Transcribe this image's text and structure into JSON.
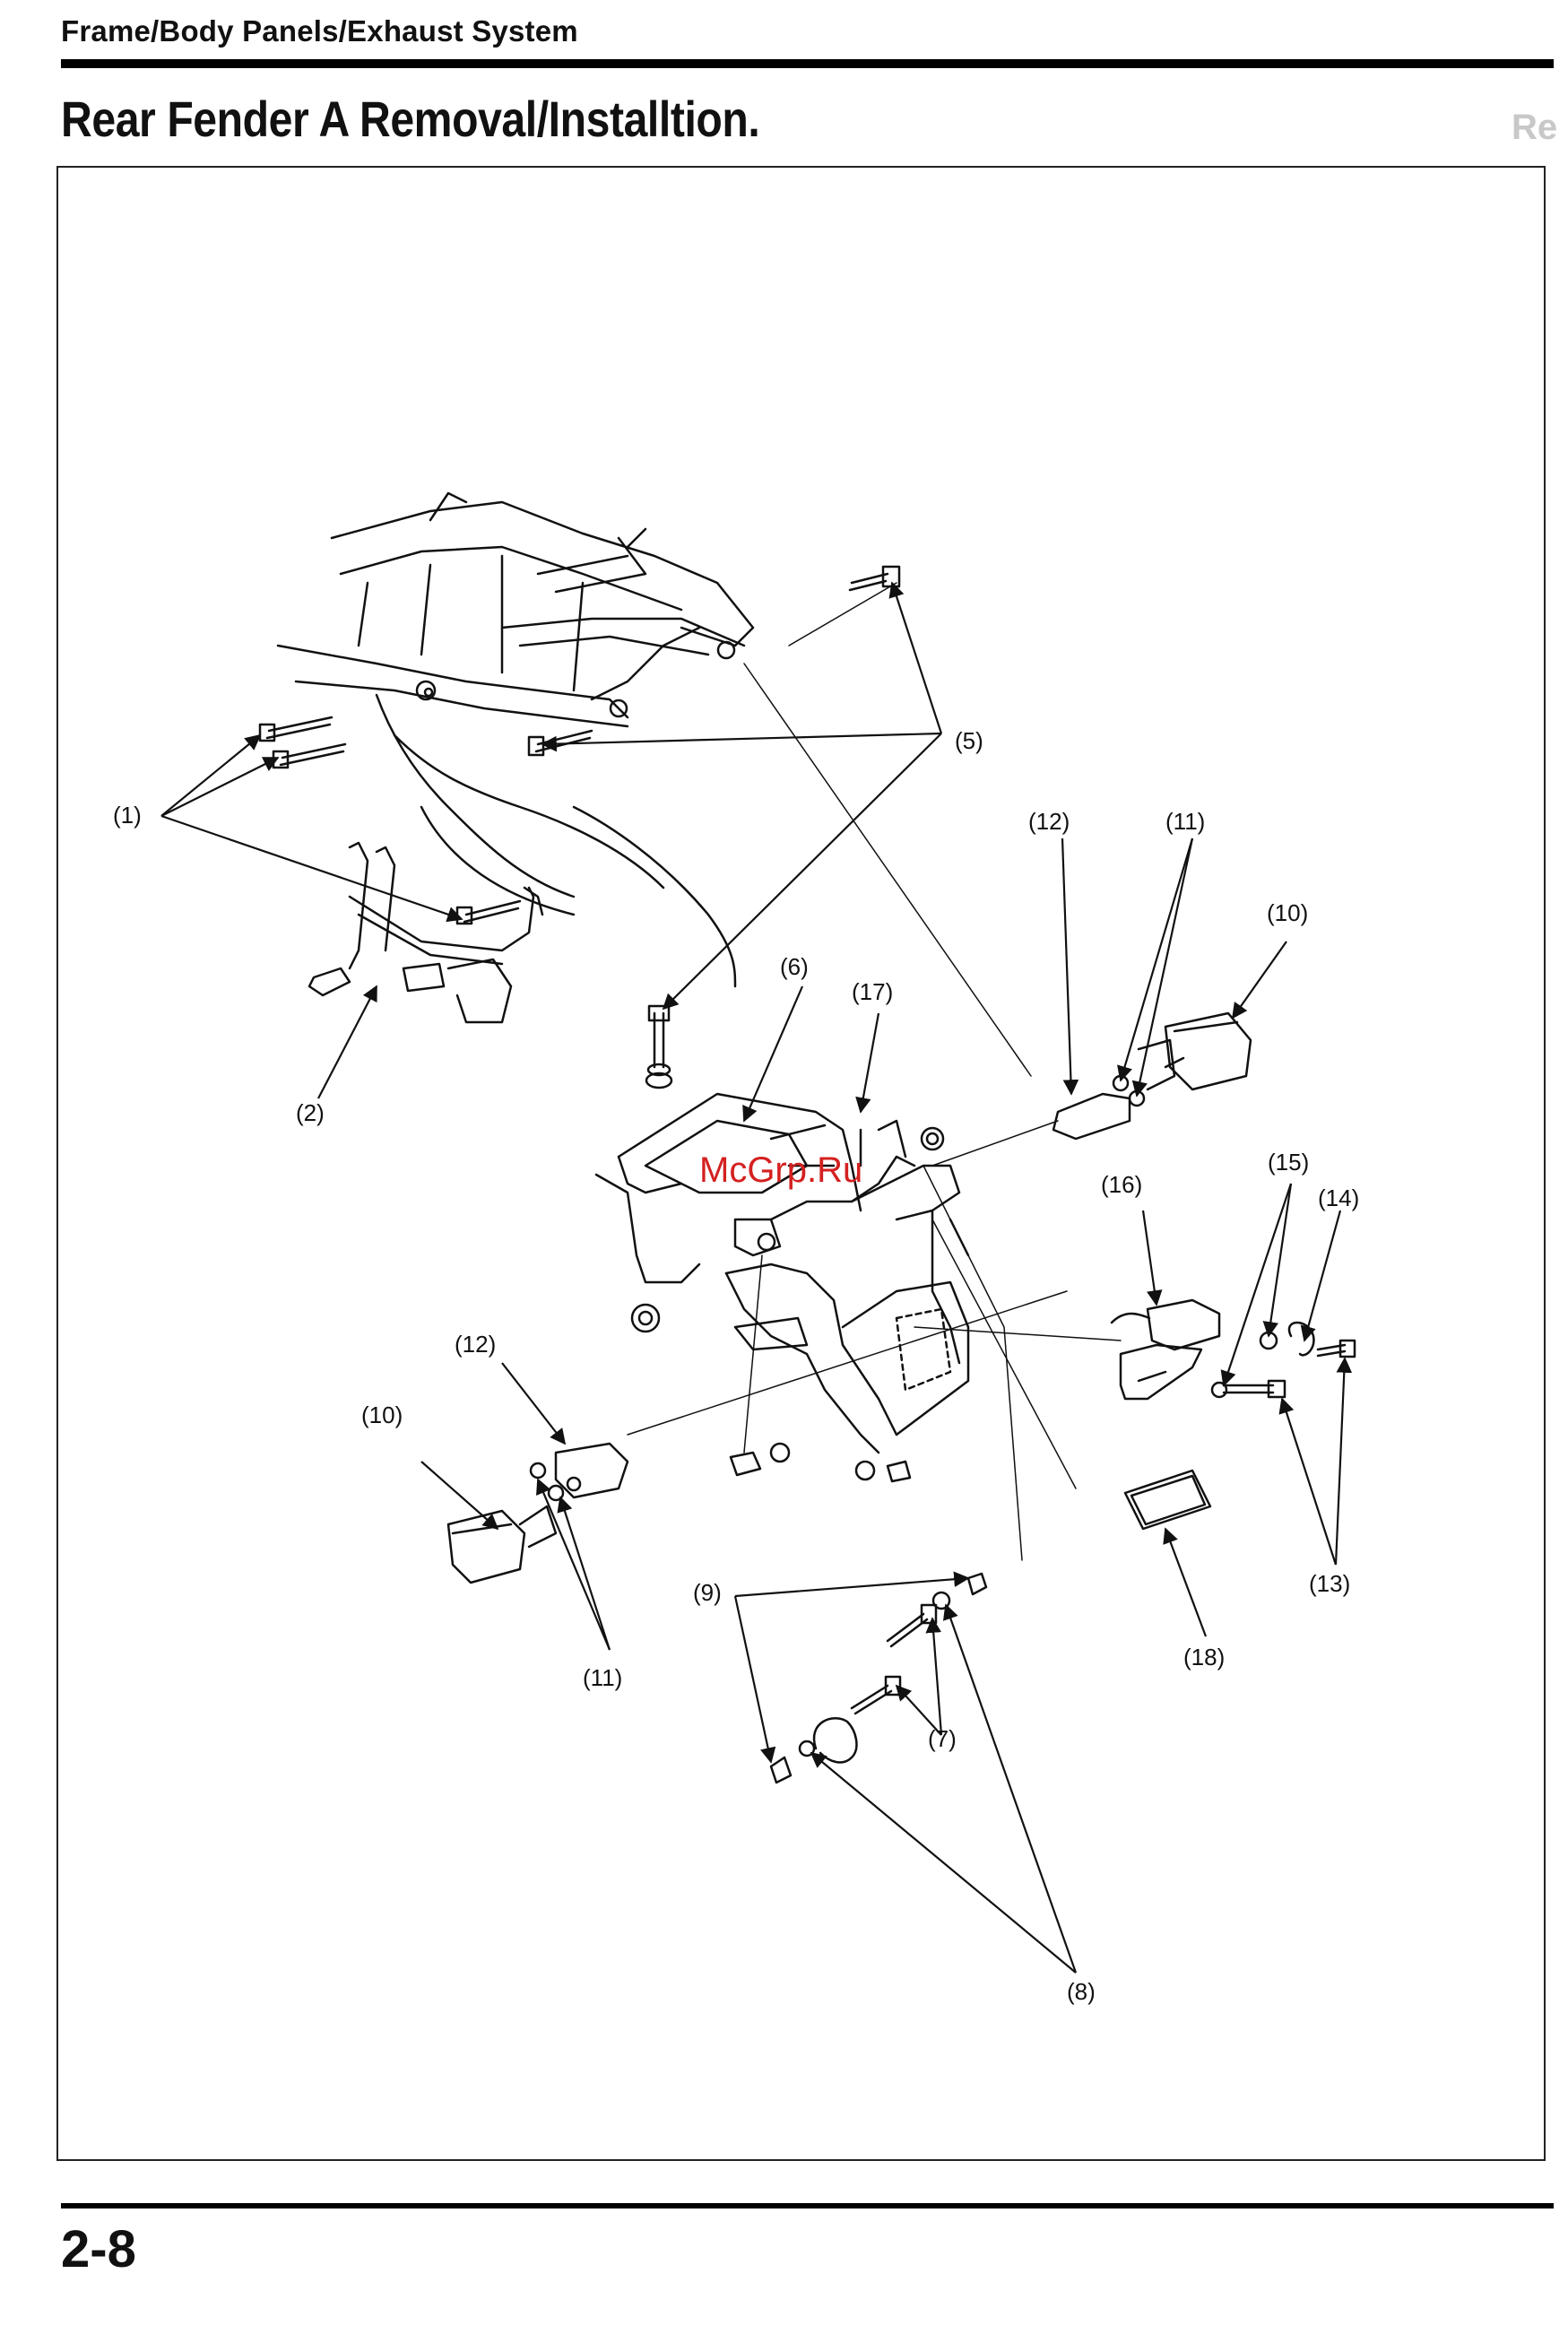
{
  "header": {
    "running_head": "Frame/Body Panels/Exhaust System",
    "title": "Rear Fender A Removal/Installtion."
  },
  "watermark": "McGrp.Ru",
  "footer": {
    "page_number": "2-8"
  },
  "callouts": {
    "c1": "(1)",
    "c2": "(2)",
    "c5": "(5)",
    "c6": "(6)",
    "c7": "(7)",
    "c8": "(8)",
    "c9": "(9)",
    "c10_right": "(10)",
    "c10_left": "(10)",
    "c11_top": "(11)",
    "c11_bottom": "(11)",
    "c12_right": "(12)",
    "c12_left": "(12)",
    "c13": "(13)",
    "c14": "(14)",
    "c15": "(15)",
    "c16": "(16)",
    "c17": "(17)",
    "c18": "(18)"
  },
  "colors": {
    "ink": "#111111",
    "watermark": "#d42020",
    "rule": "#000000"
  }
}
